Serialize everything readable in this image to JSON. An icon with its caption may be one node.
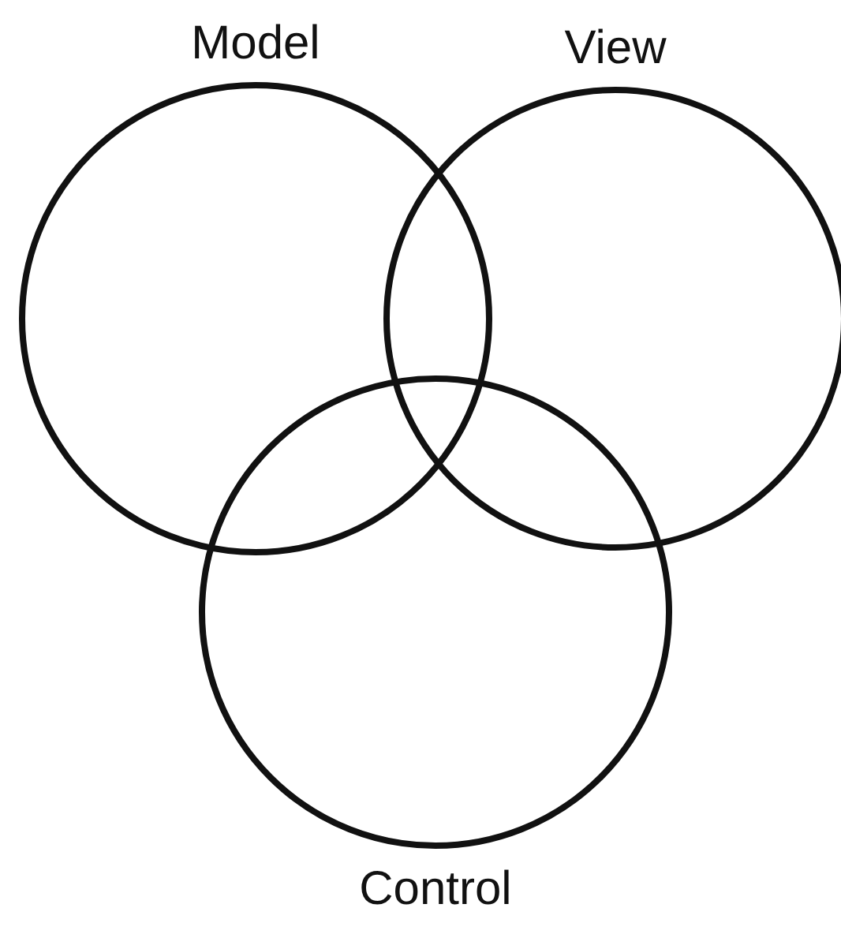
{
  "diagram": {
    "nodes": [
      {
        "text": [
          "Model"
        ]
      },
      {
        "text": [
          "View"
        ]
      },
      {
        "text": [
          "Control"
        ]
      }
    ]
  }
}
